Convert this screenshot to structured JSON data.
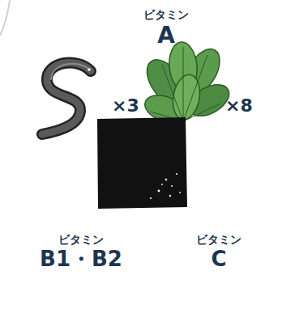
{
  "diagram": {
    "nodes": [
      {
        "text": [
          "ビタミン",
          "A"
        ]
      },
      {
        "text": [
          "ビタミン",
          "B1・B2"
        ]
      },
      {
        "text": [
          "ビタミン",
          "C"
        ]
      }
    ],
    "labels": [
      "×3",
      "×8"
    ]
  }
}
